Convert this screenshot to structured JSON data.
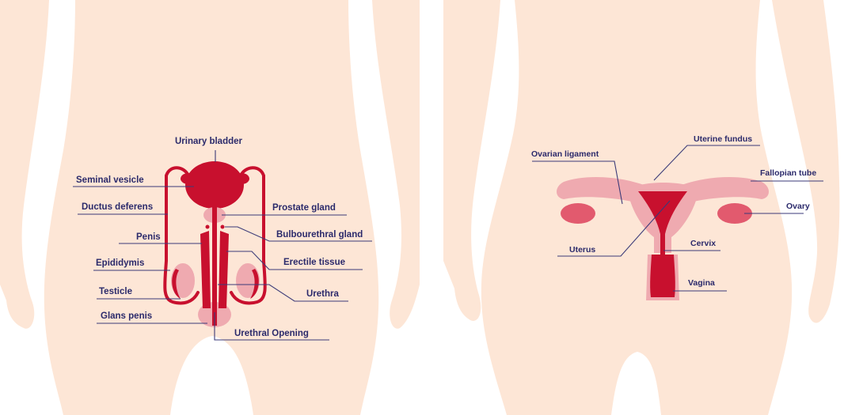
{
  "colors": {
    "skin": "#fde6d6",
    "organ_dark": "#c8102e",
    "organ_light": "#efaab0",
    "organ_mid": "#e25a6e",
    "label_text": "#2b2a6b",
    "leader_line": "#3b3a78"
  },
  "male": {
    "labels": {
      "urinary_bladder": "Urinary bladder",
      "seminal_vesicle": "Seminal vesicle",
      "ductus_deferens": "Ductus deferens",
      "penis": "Penis",
      "epididymis": "Epididymis",
      "testicle": "Testicle",
      "glans_penis": "Glans penis",
      "prostate_gland": "Prostate gland",
      "bulbourethral_gland": "Bulbourethral gland",
      "erectile_tissue": "Erectile tissue",
      "urethra": "Urethra",
      "urethral_opening": "Urethral Opening"
    }
  },
  "female": {
    "labels": {
      "ovarian_ligament": "Ovarian ligament",
      "uterine_fundus": "Uterine fundus",
      "fallopian_tube": "Fallopian tube",
      "ovary": "Ovary",
      "uterus": "Uterus",
      "cervix": "Cervix",
      "vagina": "Vagina"
    }
  }
}
